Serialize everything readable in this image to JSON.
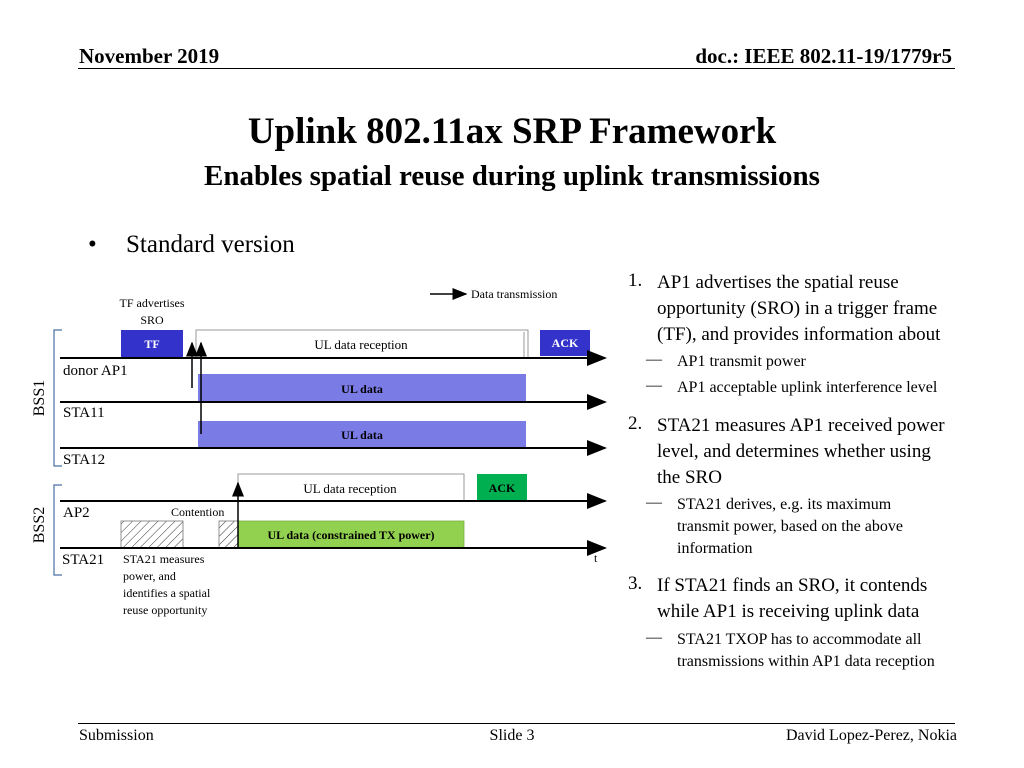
{
  "header": {
    "date": "November 2019",
    "doc": "doc.: IEEE 802.11-19/1779r5"
  },
  "slide": {
    "title": "Uplink 802.11ax SRP Framework",
    "subtitle": "Enables spatial reuse during uplink transmissions",
    "bullet": "Standard version"
  },
  "diagram": {
    "legend": "Data transmission",
    "tf_note_line1": "TF advertises",
    "tf_note_line2": "SRO",
    "tf_box": "TF",
    "ul_reception_1": "UL data reception",
    "ack_1": "ACK",
    "row_donor": "donor AP1",
    "ul_data_1": "UL data",
    "row_sta11": "STA11",
    "ul_data_2": "UL data",
    "row_sta12": "STA12",
    "ul_reception_2": "UL data reception",
    "ack_2": "ACK",
    "row_ap2": "AP2",
    "contention": "Contention",
    "ul_constrained": "UL data (constrained TX power)",
    "row_sta21": "STA21",
    "t_label": "t",
    "bss1": "BSS1",
    "bss2": "BSS2",
    "sta21_note": [
      "STA21 measures",
      "power, and",
      "identifies a spatial",
      "reuse opportunity"
    ],
    "colors": {
      "tf": "#3333cc",
      "ul": "#7b7be6",
      "ack": "#00b050",
      "constrained": "#92d050"
    }
  },
  "steps": [
    {
      "num": "1.",
      "lines": [
        "AP1 advertises the spatial reuse",
        "opportunity (SRO) in a trigger frame",
        "(TF), and provides information about"
      ],
      "subs": [
        {
          "dash": "—",
          "lines": [
            "AP1 transmit power"
          ]
        },
        {
          "dash": "—",
          "lines": [
            "AP1 acceptable uplink interference level"
          ]
        }
      ]
    },
    {
      "num": "2.",
      "lines": [
        "STA21 measures AP1 received power",
        "level, and determines whether using",
        "the SRO"
      ],
      "subs": [
        {
          "dash": "—",
          "lines": [
            "STA21 derives, e.g. its maximum",
            "transmit power, based on the above",
            "information"
          ]
        }
      ]
    },
    {
      "num": "3.",
      "lines": [
        "If STA21 finds an SRO, it contends",
        "while AP1 is receiving uplink data"
      ],
      "subs": [
        {
          "dash": "—",
          "lines": [
            "STA21 TXOP has to accommodate all",
            "transmissions within AP1 data reception"
          ]
        }
      ]
    }
  ],
  "footer": {
    "left": "Submission",
    "center": "Slide 3",
    "right": "David Lopez-Perez, Nokia"
  }
}
